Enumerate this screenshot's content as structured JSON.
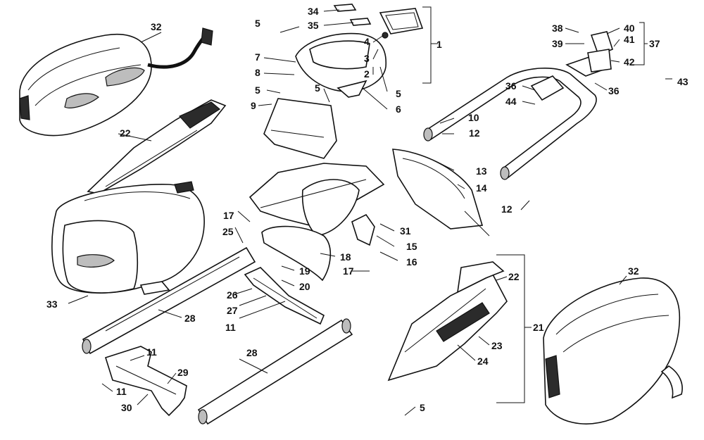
{
  "callouts": [
    {
      "id": "c1",
      "text": "1"
    },
    {
      "id": "c2",
      "text": "2"
    },
    {
      "id": "c3",
      "text": "3"
    },
    {
      "id": "c4",
      "text": "4"
    },
    {
      "id": "c5a",
      "text": "5"
    },
    {
      "id": "c5b",
      "text": "5"
    },
    {
      "id": "c5c",
      "text": "5"
    },
    {
      "id": "c5d",
      "text": "5"
    },
    {
      "id": "c5e",
      "text": "5"
    },
    {
      "id": "c6",
      "text": "6"
    },
    {
      "id": "c7",
      "text": "7"
    },
    {
      "id": "c8",
      "text": "8"
    },
    {
      "id": "c9",
      "text": "9"
    },
    {
      "id": "c10",
      "text": "10"
    },
    {
      "id": "c11a",
      "text": "11"
    },
    {
      "id": "c11b",
      "text": "11"
    },
    {
      "id": "c11c",
      "text": "11"
    },
    {
      "id": "c12a",
      "text": "12"
    },
    {
      "id": "c12b",
      "text": "12"
    },
    {
      "id": "c13",
      "text": "13"
    },
    {
      "id": "c14",
      "text": "14"
    },
    {
      "id": "c15",
      "text": "15"
    },
    {
      "id": "c16",
      "text": "16"
    },
    {
      "id": "c17a",
      "text": "17"
    },
    {
      "id": "c17b",
      "text": "17"
    },
    {
      "id": "c18",
      "text": "18"
    },
    {
      "id": "c19",
      "text": "19"
    },
    {
      "id": "c20",
      "text": "20"
    },
    {
      "id": "c21",
      "text": "21"
    },
    {
      "id": "c22a",
      "text": "22"
    },
    {
      "id": "c22b",
      "text": "22"
    },
    {
      "id": "c23",
      "text": "23"
    },
    {
      "id": "c24",
      "text": "24"
    },
    {
      "id": "c25",
      "text": "25"
    },
    {
      "id": "c26",
      "text": "26"
    },
    {
      "id": "c27",
      "text": "27"
    },
    {
      "id": "c28a",
      "text": "28"
    },
    {
      "id": "c28b",
      "text": "28"
    },
    {
      "id": "c29",
      "text": "29"
    },
    {
      "id": "c30",
      "text": "30"
    },
    {
      "id": "c31",
      "text": "31"
    },
    {
      "id": "c32a",
      "text": "32"
    },
    {
      "id": "c32b",
      "text": "32"
    },
    {
      "id": "c33",
      "text": "33"
    },
    {
      "id": "c34",
      "text": "34"
    },
    {
      "id": "c35",
      "text": "35"
    },
    {
      "id": "c36a",
      "text": "36"
    },
    {
      "id": "c36b",
      "text": "36"
    },
    {
      "id": "c37",
      "text": "37"
    },
    {
      "id": "c38",
      "text": "38"
    },
    {
      "id": "c39",
      "text": "39"
    },
    {
      "id": "c40",
      "text": "40"
    },
    {
      "id": "c41",
      "text": "41"
    },
    {
      "id": "c42",
      "text": "42"
    },
    {
      "id": "c43",
      "text": "43"
    },
    {
      "id": "c44",
      "text": "44"
    }
  ]
}
